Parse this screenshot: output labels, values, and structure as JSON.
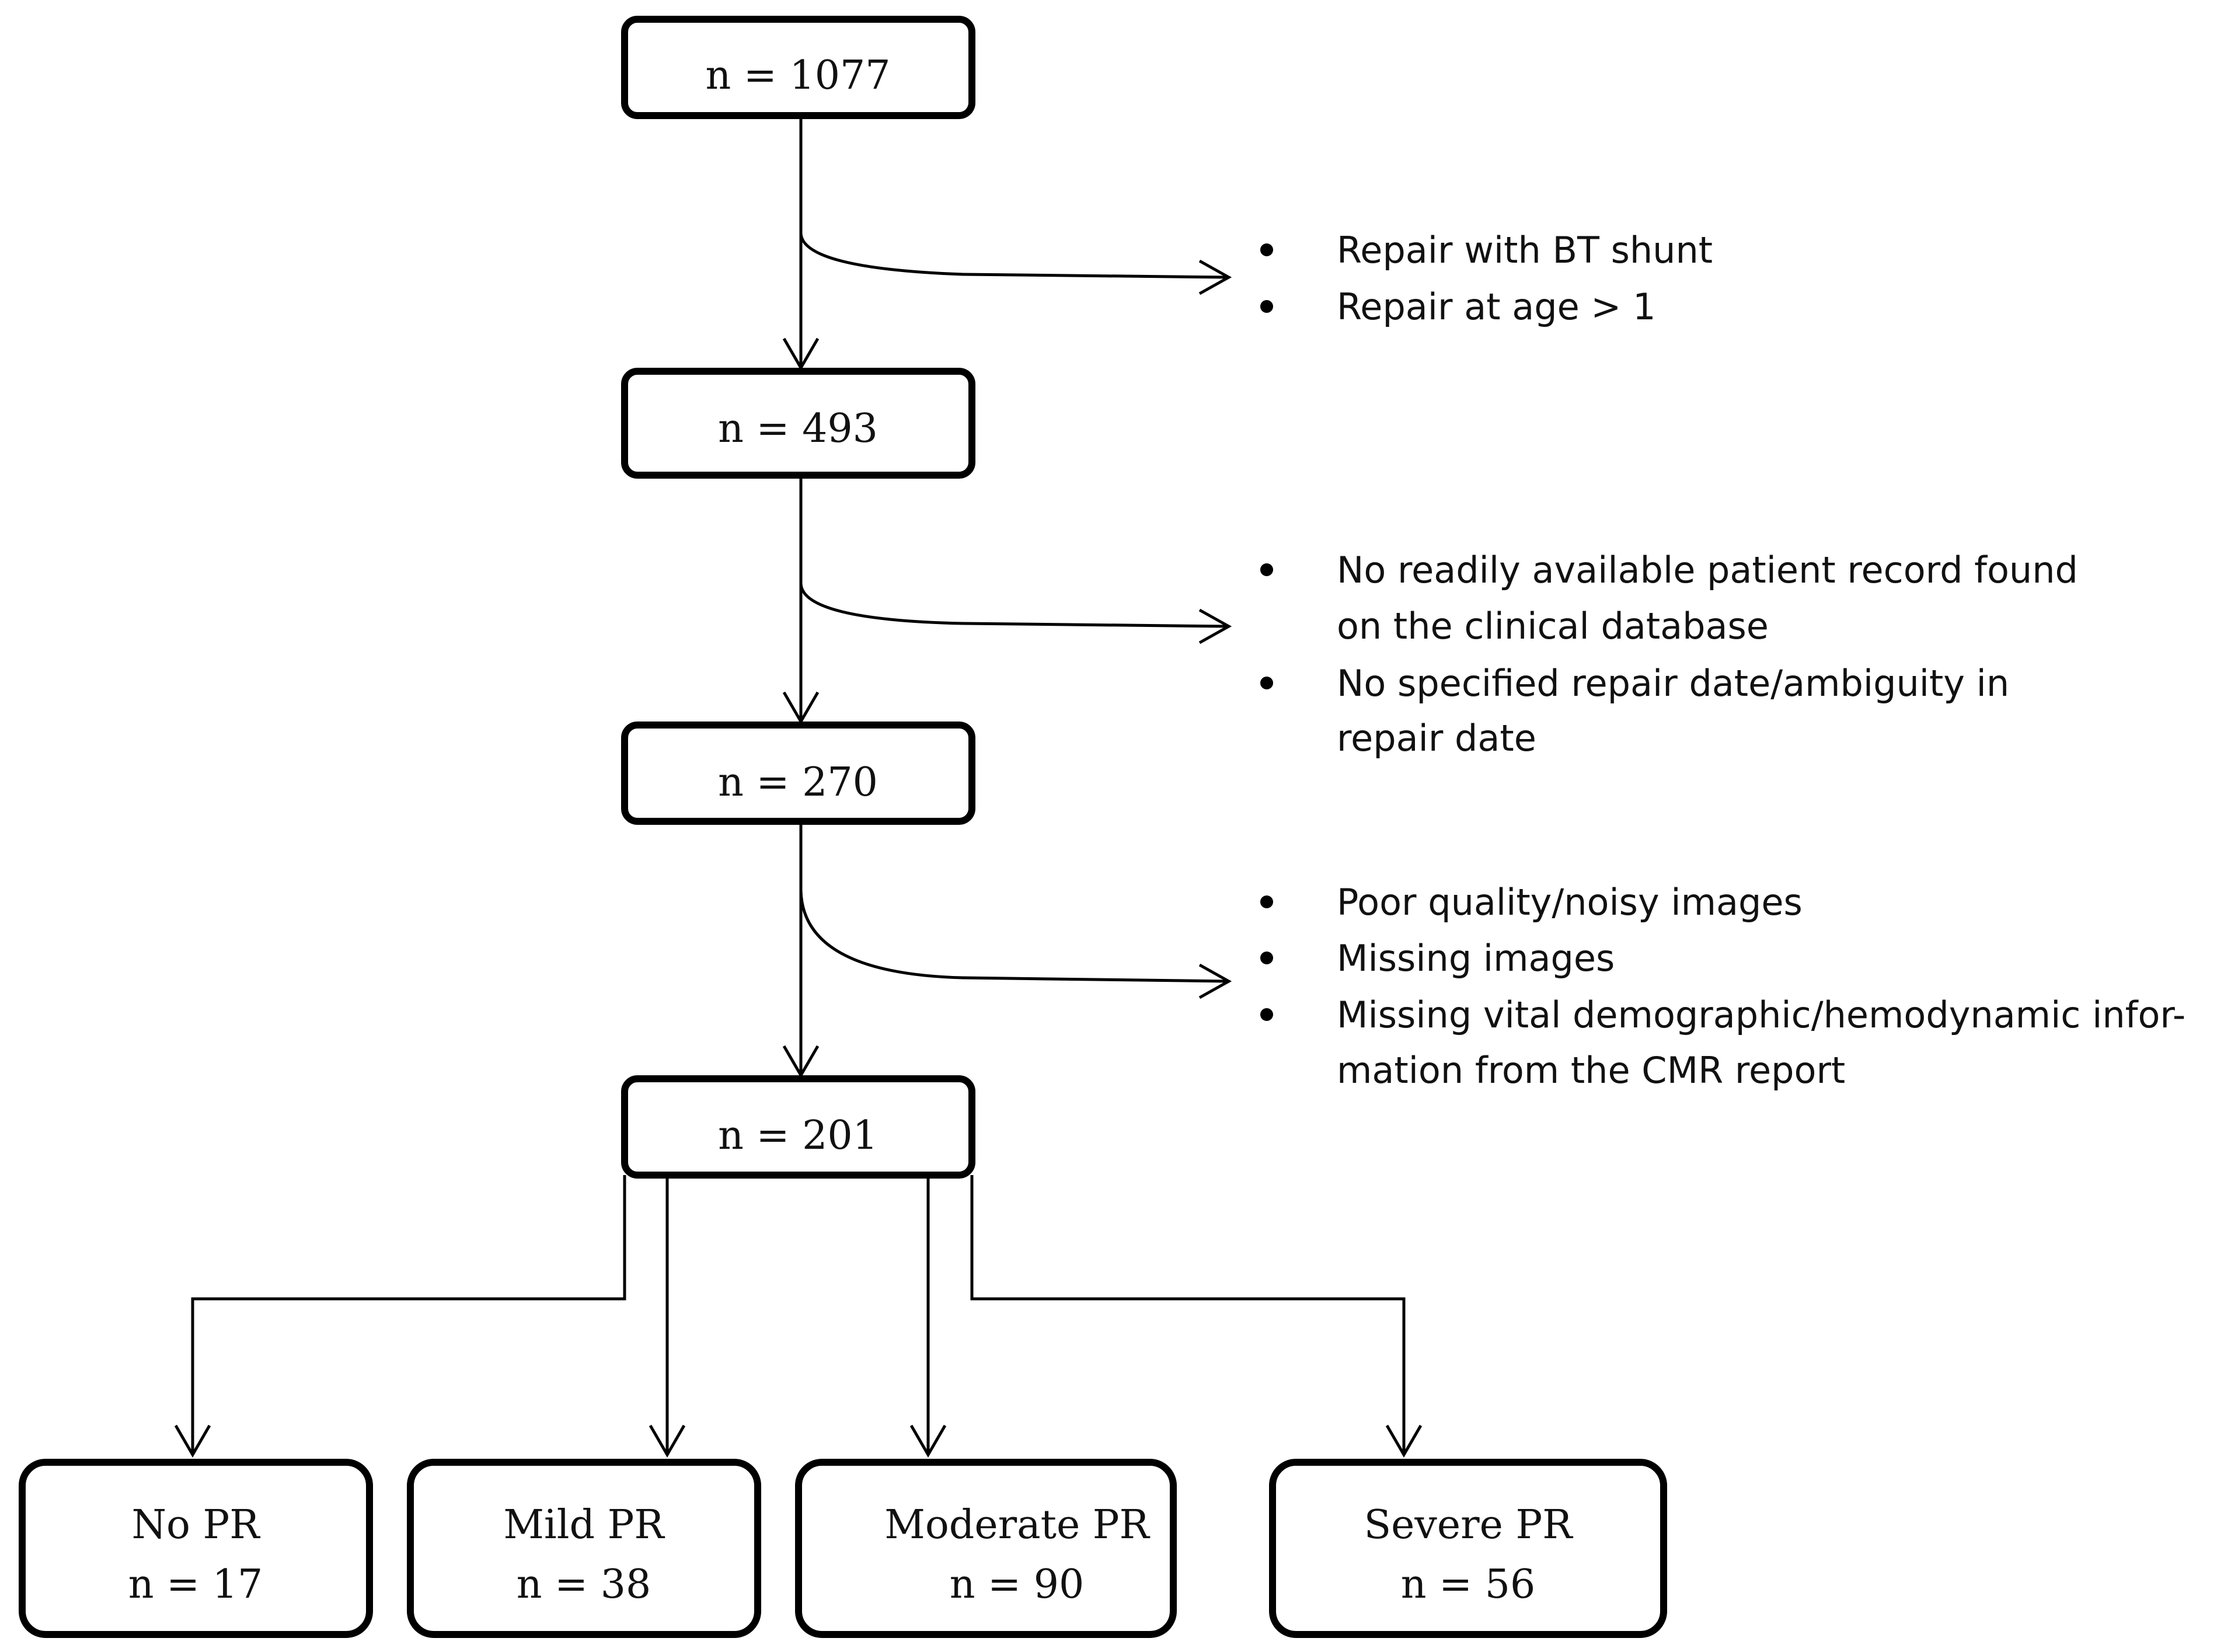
{
  "steps": [
    {
      "label": "n = 1077"
    },
    {
      "label": "n = 493"
    },
    {
      "label": "n = 270"
    },
    {
      "label": "n = 201"
    }
  ],
  "exclusions": [
    {
      "items": [
        {
          "lines": [
            "Repair with BT shunt"
          ]
        },
        {
          "lines": [
            "Repair at age > 1"
          ]
        }
      ]
    },
    {
      "items": [
        {
          "lines": [
            "No readily available patient record found",
            "on the clinical database"
          ]
        },
        {
          "lines": [
            "No specified repair date/ambiguity in",
            "repair date"
          ]
        }
      ]
    },
    {
      "items": [
        {
          "lines": [
            "Poor quality/noisy images"
          ]
        },
        {
          "lines": [
            "Missing images"
          ]
        },
        {
          "lines": [
            "Missing vital demographic/hemodynamic infor-",
            "mation from the CMR report"
          ]
        }
      ]
    }
  ],
  "groups": [
    {
      "name": "No PR",
      "count": "n = 17"
    },
    {
      "name": "Mild PR",
      "count": "n = 38"
    },
    {
      "name": "Moderate PR",
      "count": "n = 90"
    },
    {
      "name": "Severe PR",
      "count": "n = 56"
    }
  ]
}
